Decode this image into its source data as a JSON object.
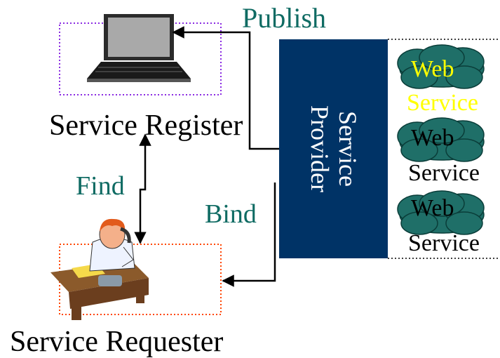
{
  "edges": {
    "publish": "Publish",
    "find": "Find",
    "bind": "Bind"
  },
  "nodes": {
    "service_register": "Service Register",
    "service_requester": "Service Requester",
    "service_provider_line1": "Service",
    "service_provider_line2": "Provider"
  },
  "web_services": [
    {
      "line1": "Web",
      "line2": "Service"
    },
    {
      "line1": "Web",
      "line2": "Service"
    },
    {
      "line1": "Web",
      "line2": "Service"
    }
  ],
  "colors": {
    "provider_fill": "#003366",
    "cloud_fill": "#1f6f68",
    "edge_label": "#0f6b63",
    "highlight_text": "#ffff00",
    "register_dotted_border": "#8a2be2",
    "requester_dotted_border": "#ff4500"
  },
  "icons": {
    "register": "laptop-icon",
    "requester": "person-on-phone-icon"
  }
}
